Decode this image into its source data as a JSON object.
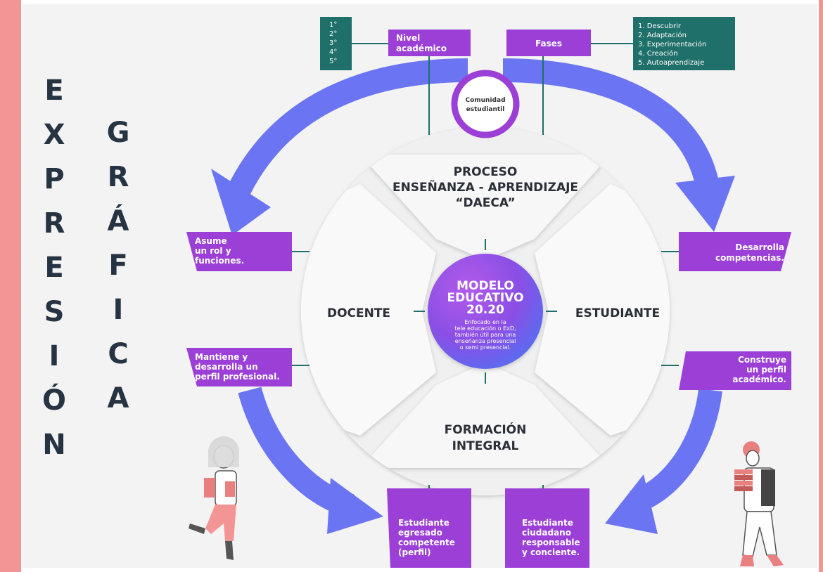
{
  "title_left": [
    "E",
    "X",
    "P",
    "R",
    "E",
    "S",
    "I",
    "Ó",
    "N"
  ],
  "title_right": [
    "G",
    "R",
    "Á",
    "F",
    "I",
    "C",
    "A"
  ],
  "top": {
    "levels": [
      "1°",
      "2°",
      "3°",
      "4°",
      "5°"
    ],
    "nivel": [
      "Nivel",
      "académico"
    ],
    "fases": "Fases",
    "phases": [
      "1. Descubrir",
      "2. Adaptación",
      "3. Experimentación",
      "4. Creación",
      "5. Autoaprendizaje"
    ],
    "community": [
      "Comunidad",
      "estudiantil"
    ]
  },
  "sectors": {
    "top": [
      "PROCESO",
      "ENSEÑANZA - APRENDIZAJE",
      "“DAECA”"
    ],
    "left": "DOCENTE",
    "right": "ESTUDIANTE",
    "bottom": [
      "FORMACIÓN",
      "INTEGRAL"
    ]
  },
  "hub": {
    "title": [
      "MODELO",
      "EDUCATIVO",
      "20.20"
    ],
    "subtitle": [
      "Enfocado en la",
      "tele educación o ExD,",
      "también útil para una",
      "enseñanza presencial",
      "o semi presencial."
    ]
  },
  "side_boxes": {
    "left_top": [
      "Asume",
      "un rol y",
      "funciones."
    ],
    "left_bottom": [
      "Mantiene y",
      "desarrolla un",
      "perfil profesional."
    ],
    "right_top": [
      "Desarrolla",
      "competencias."
    ],
    "right_bottom": [
      "Construye",
      "un perfil",
      "académico."
    ]
  },
  "bottom_boxes": {
    "left": [
      "Estudiante",
      "egresado",
      "competente",
      "(perfil)"
    ],
    "right": [
      "Estudiante",
      "ciudadano",
      "responsable",
      "y conciente."
    ]
  },
  "colors": {
    "purple": "#9b3fd6",
    "teal": "#1f6f6a",
    "arrow": "#6b74f2",
    "pink": "#f49595",
    "ring": "#9b3fd6"
  }
}
